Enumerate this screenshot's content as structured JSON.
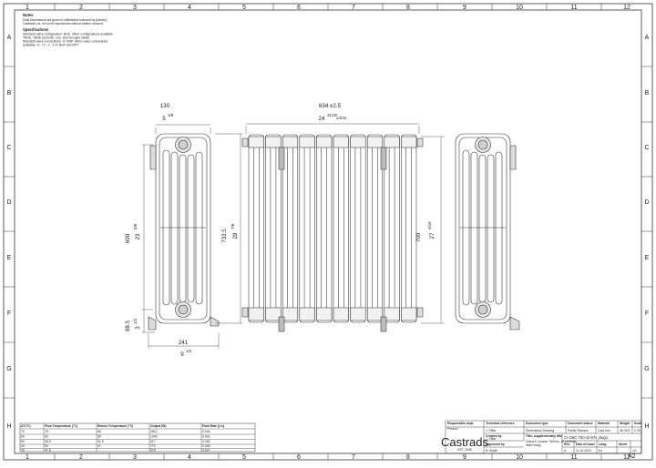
{
  "grid": {
    "columns": [
      "1",
      "2",
      "3",
      "4",
      "5",
      "6",
      "7",
      "8",
      "9",
      "10",
      "11",
      "12"
    ],
    "rows": [
      "A",
      "B",
      "C",
      "D",
      "E",
      "F",
      "G",
      "H"
    ]
  },
  "notes": {
    "title": "Notes",
    "lines": [
      "Dual Dimensions are given in millimetres followed by [inches].",
      "Castrads Ltd. not to be reproduced without written consent"
    ],
    "spec_title": "Specifications",
    "spec_lines": [
      "Standard valve configuration: BOE. Other configurations available.",
      "TBOE, TBOE hydronic, one- and two-pipe steam.",
      "Standard valve connections: ½\" BSP. Other valve connections",
      "available: ¾\", ½\", 1\", 1-½\" BSP and NPT"
    ]
  },
  "dimensions": {
    "side_width_mm": "130",
    "side_width_in_whole": "5",
    "side_width_in_frac": "1/8",
    "total_length_mm": "634 ±2.5",
    "total_length_in_whole": "24",
    "total_length_in_frac": "31/32",
    "total_length_tol": "±3/32",
    "center_height_mm": "600",
    "center_height_in_whole": "23",
    "center_height_in_frac": "5/8",
    "overall_height_mm": "733.5",
    "overall_height_in_whole": "28",
    "overall_height_in_frac": "7/8",
    "front_height_mm": "700",
    "front_height_in_whole": "27",
    "front_height_in_frac": "9/16",
    "bottom_mm": "88.5",
    "bottom_in_whole": "3",
    "bottom_in_frac": "1/2",
    "base_width_mm": "241",
    "base_width_in_whole": "9",
    "base_width_in_frac": "1/2"
  },
  "output_table": {
    "headers": [
      "ΔT(°C)",
      "Flow Temperature (°C)",
      "Return Temperature (°C)",
      "Output (W)",
      "Flow Rate (L/s)"
    ],
    "rows": [
      [
        "70",
        "75",
        "65",
        "1812",
        "0.044"
      ],
      [
        "60",
        "65",
        "55",
        "1045",
        "0.031"
      ],
      [
        "50",
        "58.5",
        "51.5",
        "817",
        "0.030"
      ],
      [
        "40",
        "52",
        "47",
        "770",
        "0.026"
      ],
      [
        "30",
        "47.5",
        "",
        "575",
        "0.027"
      ]
    ]
  },
  "title_block": {
    "responsible_dept_label": "Responsible dept.",
    "responsible_dept": "Product",
    "technical_ref_label": "Technical reference",
    "technical_ref": "J. Pitter",
    "created_by_label": "Created by",
    "created_by": "J. Pitter",
    "approved_by_label": "Approved by",
    "approved_by": "N. Boyle",
    "document_type_label": "Document type",
    "document_type": "Dimensions Drawing",
    "title_label": "Title, supplementary title",
    "title": "Guiva 6 Column 760mm, 10 sections,",
    "title2": "Wall Hung)",
    "doc_status_label": "Document status",
    "doc_status": "Public Release",
    "material_label": "Material",
    "material": "Cast Iron",
    "weight_label": "Weight",
    "weight": "46.2KG",
    "scale_label": "Scale",
    "scale": "0.25",
    "drawing_no": "CI-G6C-760-10-EN_dwg1",
    "rev_label": "Rev.",
    "rev": "A",
    "date_label": "Date of issue",
    "date": "11.10.2023",
    "lang_label": "Lang.",
    "lang": "en",
    "sheet_label": "Sheet",
    "sheet": "1/1",
    "logo": "Castrads",
    "logo_sub": "EST. 2006",
    "paper_size": "A2"
  }
}
